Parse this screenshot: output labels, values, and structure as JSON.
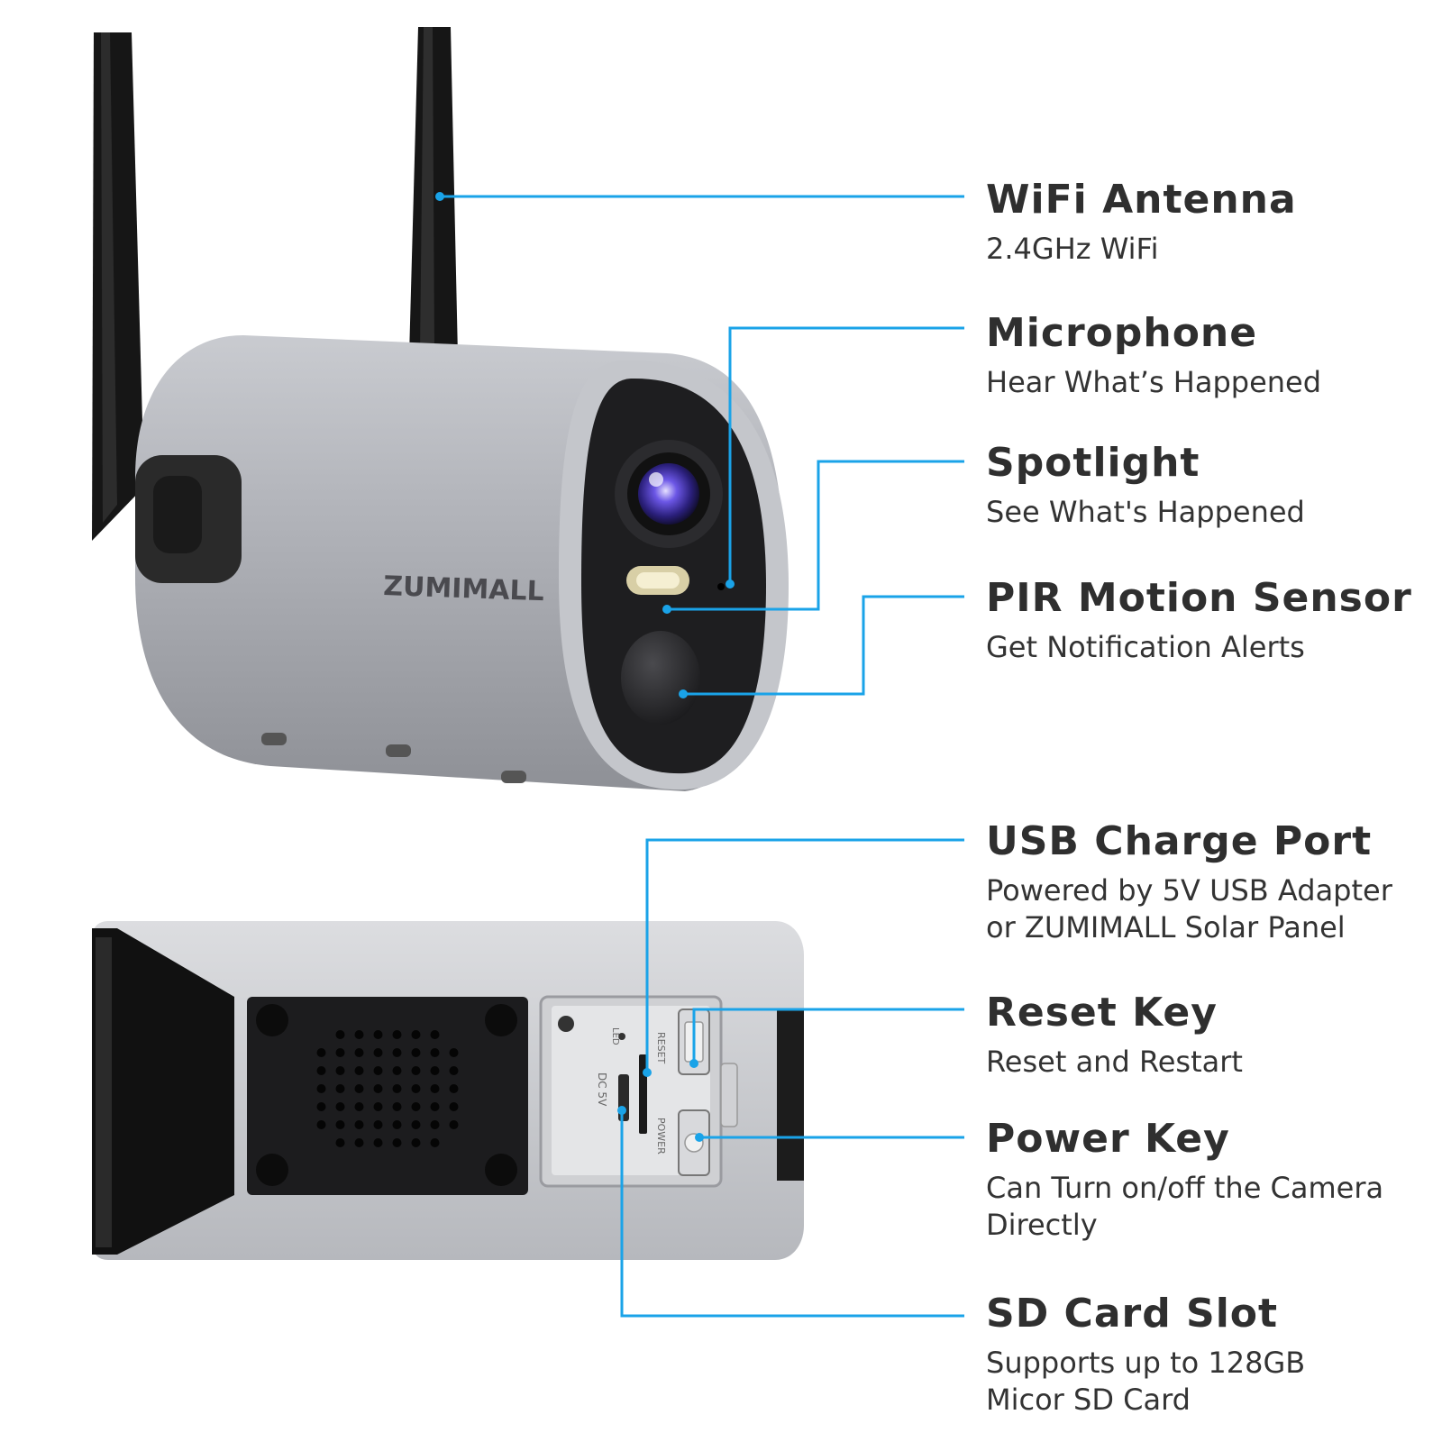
{
  "brand": "ZUMIMALL",
  "port_labels": {
    "reset": "RESET",
    "power": "POWER",
    "dc": "DC 5V",
    "led": "LED"
  },
  "accent_color": "#1aa3e8",
  "features": [
    {
      "title": "WiFi Antenna",
      "desc": [
        "2.4GHz WiFi"
      ]
    },
    {
      "title": "Microphone",
      "desc": [
        "Hear What’s Happened"
      ]
    },
    {
      "title": "Spotlight",
      "desc": [
        "See What's Happened"
      ]
    },
    {
      "title": "PIR Motion Sensor",
      "desc": [
        "Get Notification Alerts"
      ]
    },
    {
      "title": "USB Charge Port",
      "desc": [
        "Powered by 5V USB Adapter",
        "or ZUMIMALL Solar Panel"
      ]
    },
    {
      "title": "Reset Key",
      "desc": [
        "Reset and Restart"
      ]
    },
    {
      "title": "Power Key",
      "desc": [
        "Can Turn on/off  the Camera",
        "Directly"
      ]
    },
    {
      "title": "SD Card Slot",
      "desc": [
        "Supports up to 128GB",
        "Micor SD Card"
      ]
    }
  ]
}
